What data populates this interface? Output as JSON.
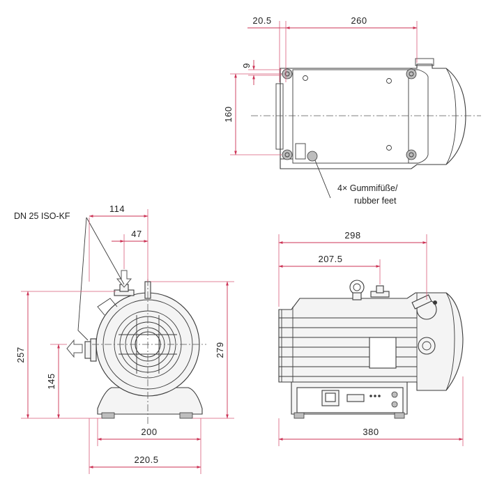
{
  "dimensions": {
    "top_view": {
      "offset": "20.5",
      "length": "260",
      "foot_offset": "9",
      "foot_spacing": "160"
    },
    "front_view": {
      "port_offset": "114",
      "inlet_offset": "47",
      "axis_height": "145",
      "body_height": "257",
      "total_height": "279",
      "foot_spacing": "200",
      "base_width": "220.5"
    },
    "side_view": {
      "outlet_position": "298",
      "inlet_position": "207.5",
      "total_length": "380"
    }
  },
  "labels": {
    "port": "DN 25 ISO-KF",
    "feet_line1": "4× Gummifüße/",
    "feet_line2": "rubber feet"
  },
  "colors": {
    "dimension_line": "#cc3355",
    "outline": "#3a3a3a",
    "fill": "#f4f4f4"
  },
  "icons": {
    "inlet_arrow": "arrow-down-icon",
    "exhaust_arrow": "arrow-left-icon"
  }
}
